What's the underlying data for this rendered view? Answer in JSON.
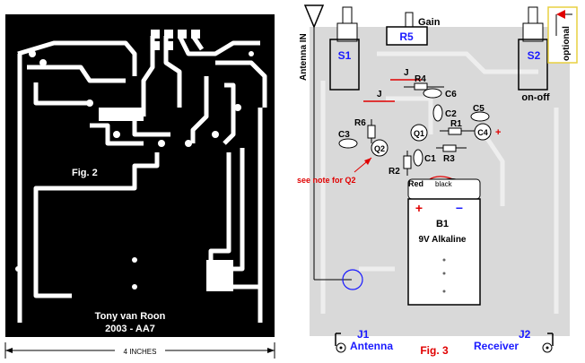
{
  "fig2": {
    "label": "Fig. 2",
    "credit_line1": "Tony van Roon",
    "credit_line2": "2003 - AA7",
    "dimension": "4 INCHES",
    "colors": {
      "board": "#000000",
      "copper": "#ffffff"
    }
  },
  "fig3": {
    "label": "Fig. 3",
    "antenna_in": "Antenna IN",
    "gain": "Gain",
    "r5": "R5",
    "s1": "S1",
    "s2": "S2",
    "optional": "optional",
    "on_off": "on-off",
    "j_top": "J",
    "j_mid": "J",
    "r4": "R4",
    "c6": "C6",
    "c2": "C2",
    "c5": "C5",
    "r6": "R6",
    "r1": "R1",
    "c3": "C3",
    "q1": "Q1",
    "c4": "C4",
    "plus_c4": "+",
    "q2": "Q2",
    "r3": "R3",
    "r2": "R2",
    "c1": "C1",
    "note": "see note for Q2",
    "red": "Red",
    "black": "black",
    "plus": "+",
    "minus": "−",
    "b1": "B1",
    "battery": "9V Alkaline",
    "j1": "J1",
    "j1_name": "Antenna",
    "j2": "J2",
    "j2_name": "Receiver",
    "colors": {
      "label_blue": "#1a1aff",
      "note_red": "#e00000",
      "board_gray": "#d9d9d9",
      "highlight": "#f0e050"
    }
  }
}
